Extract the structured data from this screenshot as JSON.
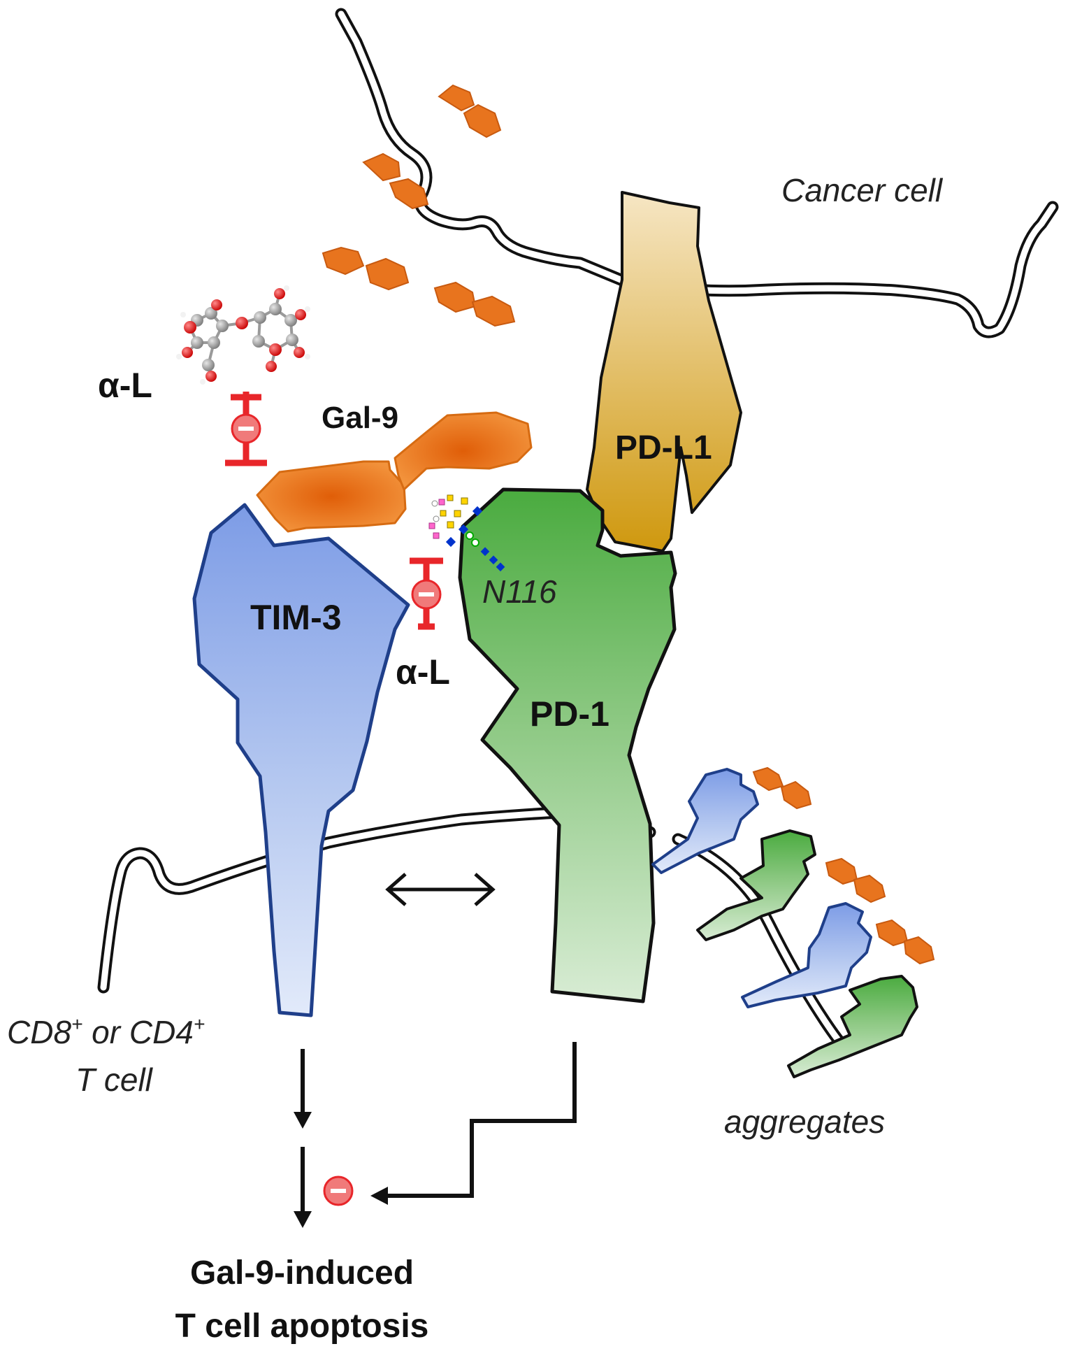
{
  "labels": {
    "cancer_cell": "Cancer cell",
    "gal9": "Gal-9",
    "pdl1": "PD-L1",
    "tim3": "TIM-3",
    "pd1": "PD-1",
    "n116": "N116",
    "alpha_l_top": "α-L",
    "alpha_l_mid": "α-L",
    "t_cell_line1": "CD8",
    "t_cell_sup1": "+",
    "t_cell_or": " or CD4",
    "t_cell_sup2": "+",
    "t_cell_line2": "T cell",
    "aggregates": "aggregates",
    "outcome_line1": "Gal-9-induced",
    "outcome_line2": "T cell apoptosis"
  },
  "colors": {
    "gal9": "#e8741e",
    "tim3_fill": "#8ca8e8",
    "tim3_stroke": "#1f3f8a",
    "pd1_fill": "#5cb85c",
    "pd1_stroke": "#111111",
    "pdl1_fill": "#d4a022",
    "inhibit": "#e8262a",
    "minus_badge": "#f07a7a"
  },
  "icons": {
    "inhibition": "inhibition-bar-icon",
    "minus": "minus-circle-icon",
    "molecule": "ball-and-stick-molecule-icon",
    "glycan": "glycan-chain-icon"
  }
}
